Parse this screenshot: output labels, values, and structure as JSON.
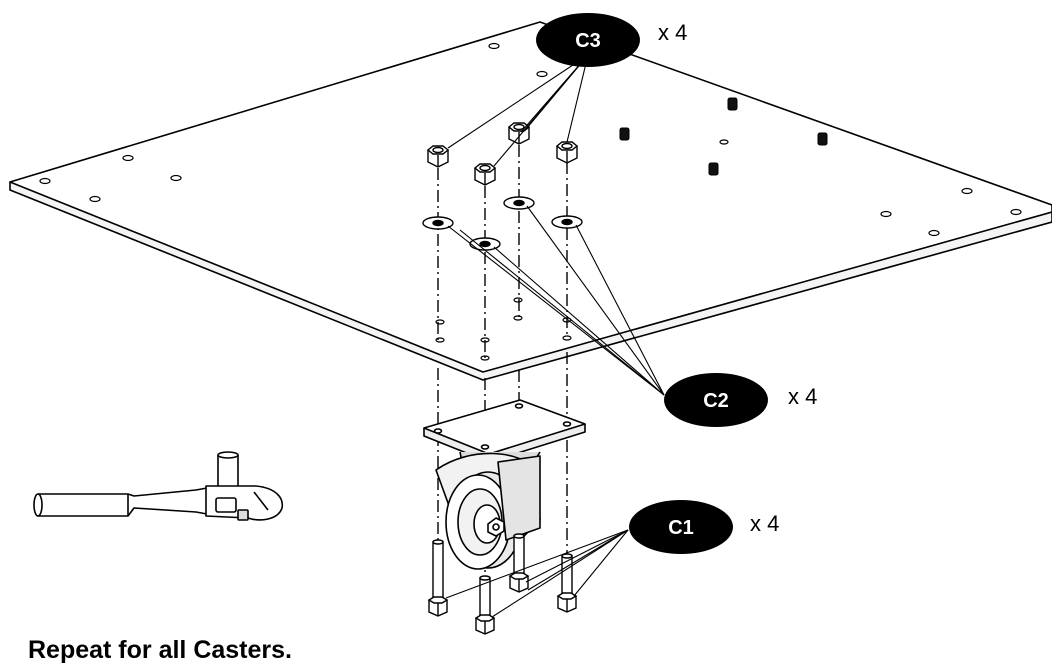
{
  "callouts": [
    {
      "id": "C3",
      "label": "C3",
      "qty": "x 4"
    },
    {
      "id": "C2",
      "label": "C2",
      "qty": "x 4"
    },
    {
      "id": "C1",
      "label": "C1",
      "qty": "x 4"
    }
  ],
  "instruction": "Repeat for all Casters.",
  "colors": {
    "callout_fill": "#000000",
    "callout_text": "#ffffff",
    "line": "#000000"
  }
}
